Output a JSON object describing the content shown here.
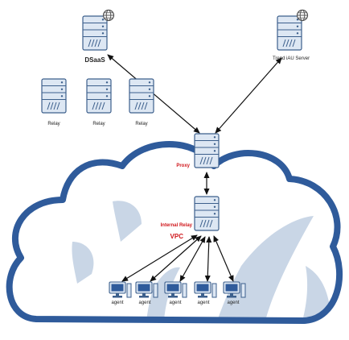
{
  "colors": {
    "cloud_outline": "#2f5b9b",
    "cloud_fill": "#ffffff",
    "cloud_shadow": "#c9d6e6",
    "server_fill": "#dde7f3",
    "server_stroke": "#3c5f8c",
    "accent_red": "#d0161b",
    "text_dark": "#222222",
    "arrow": "#111111"
  },
  "nodes": {
    "dsaas": {
      "label": "DSaaS",
      "icon": "server-globe-icon"
    },
    "trend_server": {
      "label": "Trend iAU Server",
      "icon": "server-globe-icon"
    },
    "relays": [
      {
        "label": "Relay",
        "icon": "server-icon"
      },
      {
        "label": "Relay",
        "icon": "server-icon"
      },
      {
        "label": "Relay",
        "icon": "server-icon"
      }
    ],
    "proxy": {
      "label": "Proxy",
      "icon": "server-icon"
    },
    "internal_relay": {
      "label": "Internal Relay",
      "icon": "server-icon"
    },
    "vpc": {
      "label": "VPC"
    },
    "agents": [
      {
        "label": "agent",
        "icon": "computer-icon"
      },
      {
        "label": "agent",
        "icon": "computer-icon"
      },
      {
        "label": "agent",
        "icon": "computer-icon"
      },
      {
        "label": "agent",
        "icon": "computer-icon"
      },
      {
        "label": "agent",
        "icon": "computer-icon"
      }
    ]
  }
}
